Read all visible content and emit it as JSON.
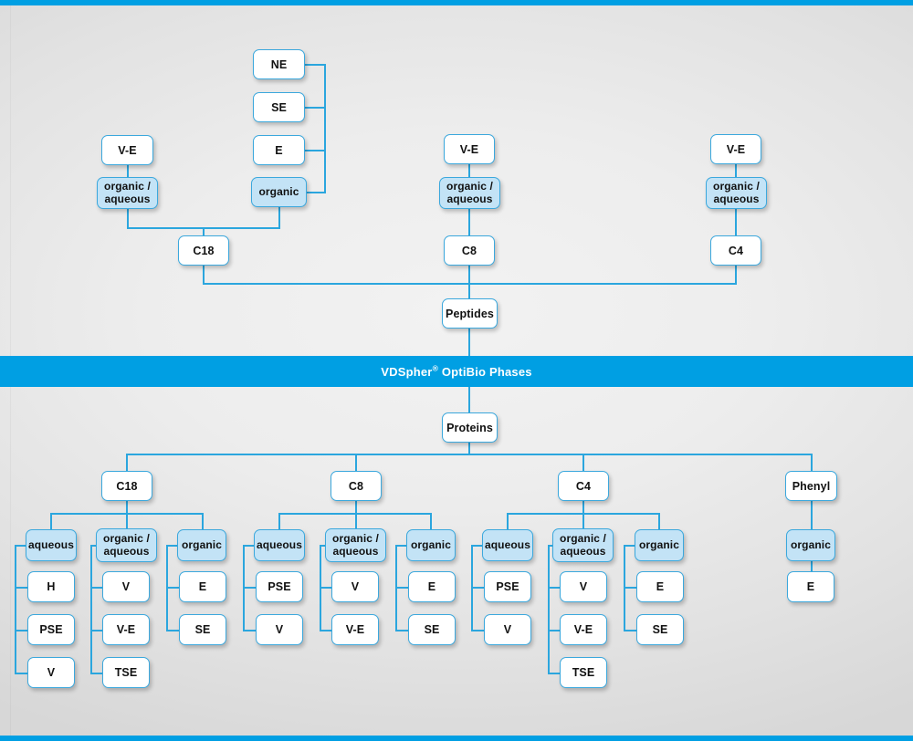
{
  "banner": {
    "brand": "VDSpher",
    "registered": "®",
    "title": " OptiBio Phases"
  },
  "colors": {
    "accent": "#009fe3",
    "line": "#2ba6de",
    "box_border": "#3ba8dd",
    "box_fill": "#ffffff",
    "box_fill_highlight": "#c3e3f6",
    "background": "#ededed"
  },
  "peptides": {
    "root_label": "Peptides",
    "columns": [
      {
        "base_label": "C18",
        "branches": [
          {
            "mode_label": "organic /\naqueous",
            "parent_label": "V-E",
            "items": []
          },
          {
            "mode_label": "organic",
            "parent_label": "",
            "items": [
              "NE",
              "SE",
              "E"
            ]
          }
        ]
      },
      {
        "base_label": "C8",
        "branches": [
          {
            "mode_label": "organic /\naqueous",
            "parent_label": "V-E",
            "items": []
          }
        ]
      },
      {
        "base_label": "C4",
        "branches": [
          {
            "mode_label": "organic /\naqueous",
            "parent_label": "V-E",
            "items": []
          }
        ]
      }
    ]
  },
  "proteins": {
    "root_label": "Proteins",
    "columns": [
      {
        "base_label": "C18",
        "groups": [
          {
            "mode_label": "aqueous",
            "items": [
              "H",
              "PSE",
              "V"
            ]
          },
          {
            "mode_label": "organic /\naqueous",
            "items": [
              "V",
              "V-E",
              "TSE"
            ]
          },
          {
            "mode_label": "organic",
            "items": [
              "E",
              "SE"
            ]
          }
        ]
      },
      {
        "base_label": "C8",
        "groups": [
          {
            "mode_label": "aqueous",
            "items": [
              "PSE",
              "V"
            ]
          },
          {
            "mode_label": "organic /\naqueous",
            "items": [
              "V",
              "V-E"
            ]
          },
          {
            "mode_label": "organic",
            "items": [
              "E",
              "SE"
            ]
          }
        ]
      },
      {
        "base_label": "C4",
        "groups": [
          {
            "mode_label": "aqueous",
            "items": [
              "PSE",
              "V"
            ]
          },
          {
            "mode_label": "organic /\naqueous",
            "items": [
              "V",
              "V-E",
              "TSE"
            ]
          },
          {
            "mode_label": "organic",
            "items": [
              "E",
              "SE"
            ]
          }
        ]
      },
      {
        "base_label": "Phenyl",
        "groups": [
          {
            "mode_label": "organic",
            "items": [
              "E"
            ]
          }
        ]
      }
    ]
  }
}
